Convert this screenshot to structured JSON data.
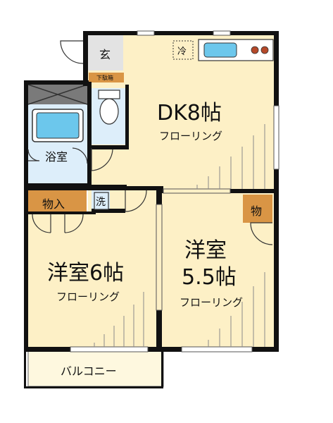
{
  "rooms": {
    "dk": {
      "name": "DK8帖",
      "floor": "フローリング"
    },
    "western_a": {
      "name": "洋室6帖",
      "floor": "フローリング"
    },
    "western_b": {
      "name_line1": "洋室",
      "name_line2": "5.5帖",
      "floor": "フローリング"
    },
    "bath": {
      "name": "浴室"
    },
    "balcony": {
      "name": "バルコニー"
    }
  },
  "fixtures": {
    "entrance": "玄",
    "shoe_box": "下駄箱",
    "fridge": "冷",
    "washer": "洗",
    "storage_closet": "物入",
    "storage_small": "物"
  },
  "colors": {
    "floor": "#fdf0c6",
    "tile": "#ddeefa",
    "storage": "#d99545",
    "balcony": "#fef8df",
    "wall": "#111111",
    "kitchen_sink": "#6cc7ec",
    "stove_burner": "#b5492a"
  }
}
